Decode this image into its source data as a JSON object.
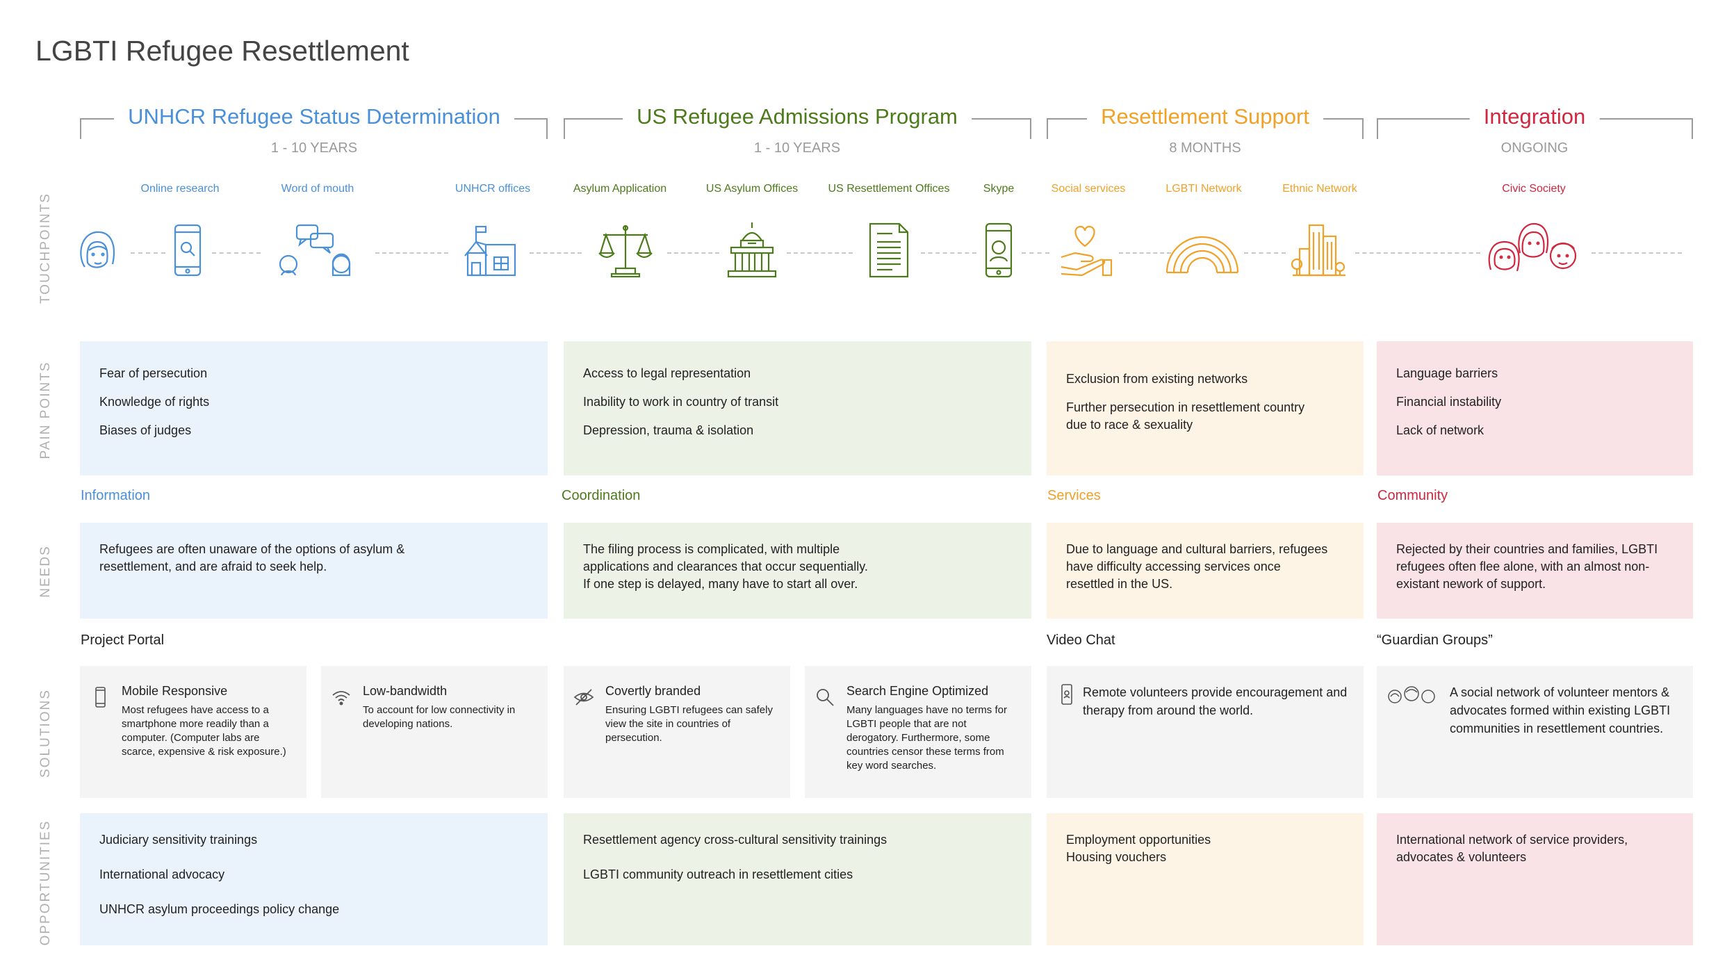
{
  "title": "LGBTI Refugee Resettlement",
  "row_labels": {
    "touchpoints": "TOUCHPOINTS",
    "pain_points": "PAIN POINTS",
    "needs": "NEEDS",
    "solutions": "SOLUTIONS",
    "opportunities": "OPPORTUNITIES"
  },
  "colors": {
    "blue": "#4a90d9",
    "green": "#4d7a1a",
    "orange": "#f0a127",
    "red": "#d0273f"
  },
  "phases": [
    {
      "title": "UNHCR Refugee Status Determination",
      "duration": "1 - 10 YEARS"
    },
    {
      "title": "US Refugee Admissions Program",
      "duration": "1 - 10 YEARS"
    },
    {
      "title": "Resettlement Support",
      "duration": "8 MONTHS"
    },
    {
      "title": "Integration",
      "duration": "ONGOING"
    }
  ],
  "touchpoints": [
    {
      "label": "Online research",
      "icon": "smartphone-search-icon"
    },
    {
      "label": "Word of mouth",
      "icon": "speech-bubbles-people-icon"
    },
    {
      "label": "UNHCR offices",
      "icon": "office-building-icon"
    },
    {
      "label": "Asylum Application",
      "icon": "scales-of-justice-icon"
    },
    {
      "label": "US Asylum Offices",
      "icon": "government-building-icon"
    },
    {
      "label": "US Resettlement Offices",
      "icon": "document-icon"
    },
    {
      "label": "Skype",
      "icon": "video-call-phone-icon"
    },
    {
      "label": "Social services",
      "icon": "hand-heart-icon"
    },
    {
      "label": "LGBTI Network",
      "icon": "rainbow-icon"
    },
    {
      "label": "Ethnic Network",
      "icon": "city-buildings-icon"
    },
    {
      "label": "Civic Society",
      "icon": "group-faces-icon"
    }
  ],
  "pain_points": [
    [
      "Fear of persecution",
      "Knowledge of rights",
      "Biases of judges"
    ],
    [
      "Access to legal representation",
      "Inability to work in country of transit",
      "Depression, trauma & isolation"
    ],
    [
      "Exclusion from existing networks",
      "Further persecution in resettlement country\ndue to race & sexuality"
    ],
    [
      "Language barriers",
      "Financial instability",
      "Lack of network"
    ]
  ],
  "need_categories": [
    "Information",
    "Coordination",
    "Services",
    "Community"
  ],
  "needs": [
    "Refugees are often unaware of the options of asylum &\nresettlement, and are afraid to seek help.",
    "The filing process is complicated, with multiple\napplications and clearances that occur sequentially.\nIf one step is delayed, many have to start all over.",
    "Due to language and cultural barriers, refugees\nhave difficulty accessing services once\nresettled in the US.",
    "Rejected by their countries and families, LGBTI\nrefugees often flee alone, with an almost non-\nexistant nework of support."
  ],
  "solution_titles": [
    "Project Portal",
    "Video Chat",
    "“Guardian Groups”"
  ],
  "solutions": [
    {
      "heading": "Mobile Responsive",
      "body": "Most refugees have access to a smartphone more readily than a computer. (Computer labs are scarce, expensive & risk exposure.)",
      "icon": "smartphone-icon"
    },
    {
      "heading": "Low-bandwidth",
      "body": "To account for low connectivity in developing nations.",
      "icon": "wifi-icon"
    },
    {
      "heading": "Covertly branded",
      "body": "Ensuring LGBTI refugees can safely view the site in countries of persecution.",
      "icon": "eye-slash-icon"
    },
    {
      "heading": "Search Engine Optimized",
      "body": "Many languages have no terms for LGBTI people that are not derogatory. Furthermore, some countries censor these terms from key word searches.",
      "icon": "search-icon"
    },
    {
      "heading": "",
      "body": "Remote volunteers provide encouragement and therapy from around the world.",
      "icon": "video-call-phone-icon"
    },
    {
      "heading": "",
      "body": "A social network of  volunteer mentors & advocates formed within existing LGBTI communities in resettlement countries.",
      "icon": "group-faces-icon"
    }
  ],
  "opportunities": [
    [
      "Judiciary sensitivity trainings",
      "International advocacy",
      "UNHCR asylum proceedings policy change"
    ],
    [
      "Resettlement agency cross-cultural sensitivity trainings",
      "LGBTI community outreach in resettlement cities"
    ],
    [
      "Employment opportunities\nHousing vouchers"
    ],
    [
      "International network of service providers,\nadvocates & volunteers"
    ]
  ]
}
